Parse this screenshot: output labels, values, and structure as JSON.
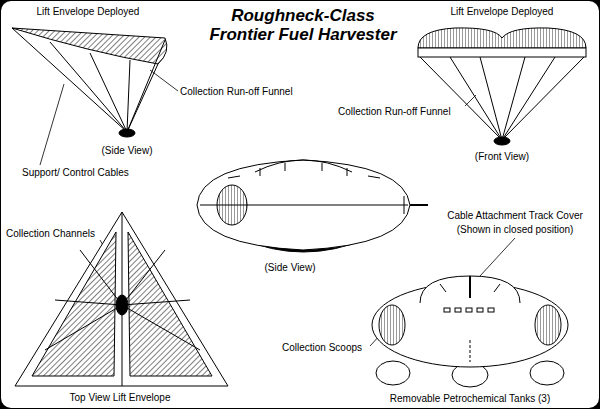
{
  "diagram": {
    "title": "Roughneck-Class Frontier Fuel Harvester",
    "labels": [
      "Lift Envelope Deployed",
      "Lift Envelope Deployed",
      "Collection Run-off Funnel",
      "Collection Run-off Funnel",
      "(Side View)",
      "(Front View)",
      "Support/ Control Cables",
      "(Side View)",
      "Collection Channels",
      "Cable Attachment Track Cover",
      "(Shown in closed position)",
      "Collection Scoops",
      "Top View Lift Envelope",
      "Removable Petrochemical Tanks (3)"
    ]
  }
}
